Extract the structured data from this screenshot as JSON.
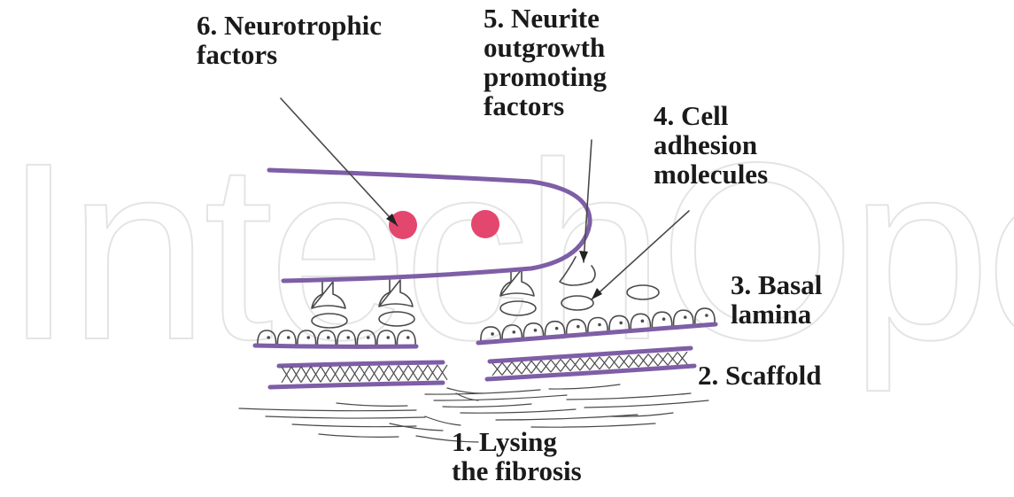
{
  "watermark": {
    "text": "IntechOpen"
  },
  "labels": {
    "neurotrophic": [
      "6. Neurotrophic",
      "factors"
    ],
    "neurite": [
      "5. Neurite",
      "outgrowth",
      "promoting",
      "factors"
    ],
    "adhesion": [
      "4. Cell",
      "adhesion",
      "molecules"
    ],
    "basal": [
      "3. Basal",
      "lamina"
    ],
    "scaffold": [
      "2. Scaffold"
    ],
    "fibrosis": [
      "1. Lysing",
      "the fibrosis"
    ]
  },
  "colors": {
    "membrane": "#7e5ea6",
    "neurotrophic_dot": "#e3476d",
    "ink": "#4a4a4a",
    "label_text": "#1a1a1a",
    "watermark": "#e4e4e4"
  }
}
